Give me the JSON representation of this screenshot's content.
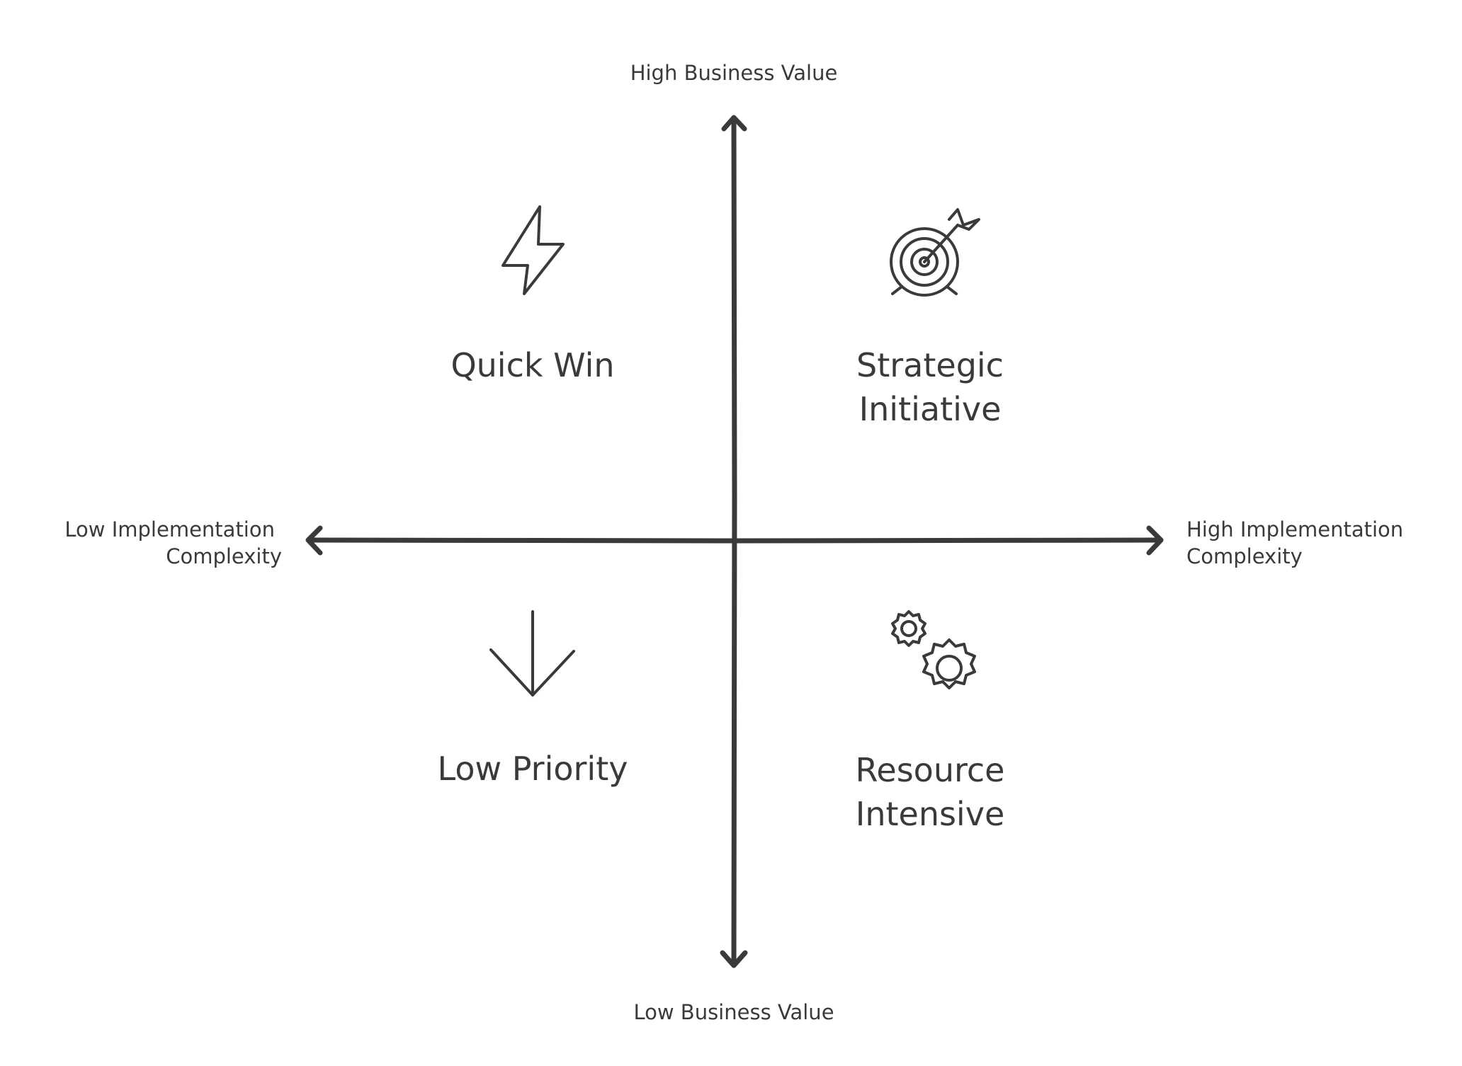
{
  "axes": {
    "top": "High Business Value",
    "bottom": "Low Business Value",
    "left_line1": "Low Implementation",
    "left_line2": "Complexity",
    "right_line1": "High Implementation",
    "right_line2": "Complexity"
  },
  "quadrants": {
    "top_left": {
      "label": "Quick Win",
      "icon": "lightning-icon"
    },
    "top_right": {
      "label_line1": "Strategic",
      "label_line2": "Initiative",
      "icon": "target-arrow-icon"
    },
    "bottom_left": {
      "label": "Low Priority",
      "icon": "arrow-down-icon"
    },
    "bottom_right": {
      "label_line1": "Resource",
      "label_line2": "Intensive",
      "icon": "gears-icon"
    }
  },
  "colors": {
    "ink": "#3a3a3a",
    "background": "#ffffff"
  }
}
